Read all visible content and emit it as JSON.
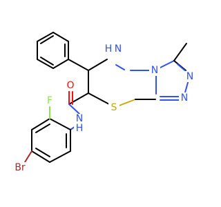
{
  "colors": {
    "carbon": "#000000",
    "nitrogen": "#3050f8",
    "oxygen": "#ff0d0d",
    "sulfur": "#c8a800",
    "fluorine": "#90e050",
    "bromine": "#a62929",
    "background": "#ffffff"
  },
  "atoms": {
    "n_h_amide": {
      "symbol": "N",
      "hydrogen": "H"
    },
    "n_h_ring": {
      "symbol": "N",
      "hydrogen": "H"
    },
    "n_fused": {
      "symbol": "N"
    },
    "n_triazole_1": {
      "symbol": "N"
    },
    "n_triazole_2": {
      "symbol": "N"
    },
    "o_carbonyl": {
      "symbol": "O"
    },
    "s_ring": {
      "symbol": "S"
    },
    "f_sub": {
      "symbol": "F"
    },
    "br_sub": {
      "symbol": "Br"
    }
  }
}
